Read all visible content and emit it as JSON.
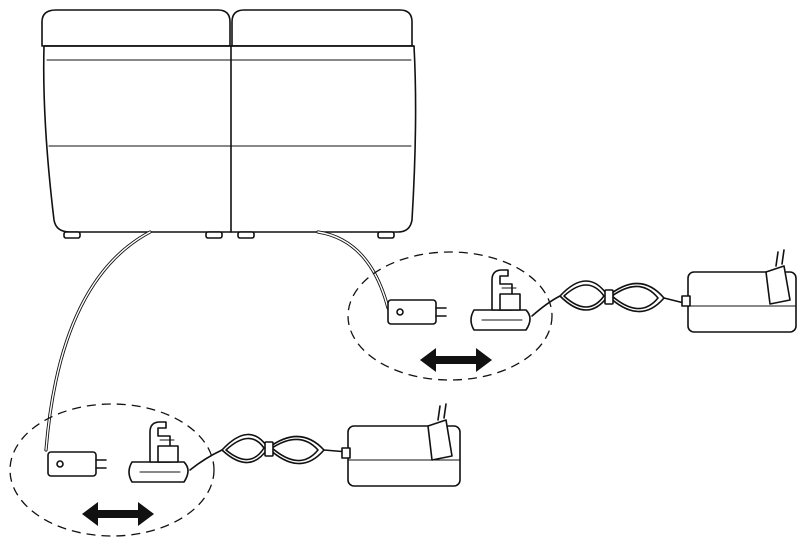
{
  "diagram": {
    "background": "#ffffff",
    "line_color": "#111111",
    "components": [
      {
        "id": "recliner-sofa",
        "icon": "two-seat-sofa-icon"
      },
      {
        "id": "motor-connector-left",
        "icon": "motor-plug-icon"
      },
      {
        "id": "motor-connector-right",
        "icon": "motor-plug-icon"
      },
      {
        "id": "cable-connector-left",
        "icon": "cable-clip-connector-icon"
      },
      {
        "id": "cable-connector-right",
        "icon": "cable-clip-connector-icon"
      },
      {
        "id": "power-adapter-left",
        "icon": "power-adapter-icon"
      },
      {
        "id": "power-adapter-right",
        "icon": "power-adapter-icon"
      },
      {
        "id": "connect-arrow-left",
        "icon": "double-arrow-icon"
      },
      {
        "id": "connect-arrow-right",
        "icon": "double-arrow-icon"
      }
    ]
  }
}
